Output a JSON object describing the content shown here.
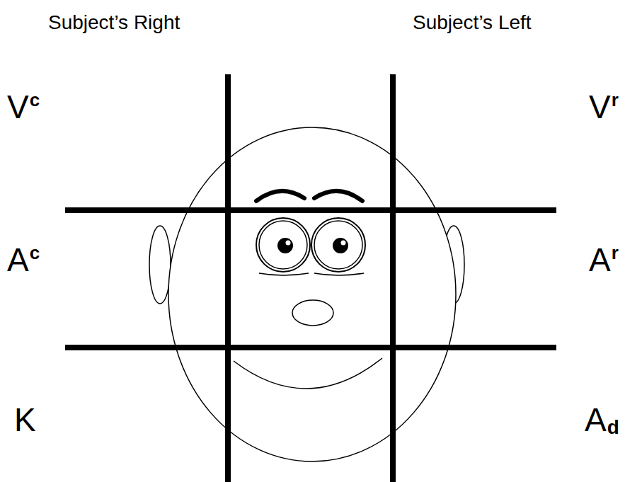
{
  "diagram": {
    "labels": [
      "Subject’s Right",
      "Subject’s Left",
      "V",
      "c",
      "V",
      "r",
      "A",
      "c",
      "A",
      "r",
      "K",
      "A",
      "d"
    ]
  }
}
